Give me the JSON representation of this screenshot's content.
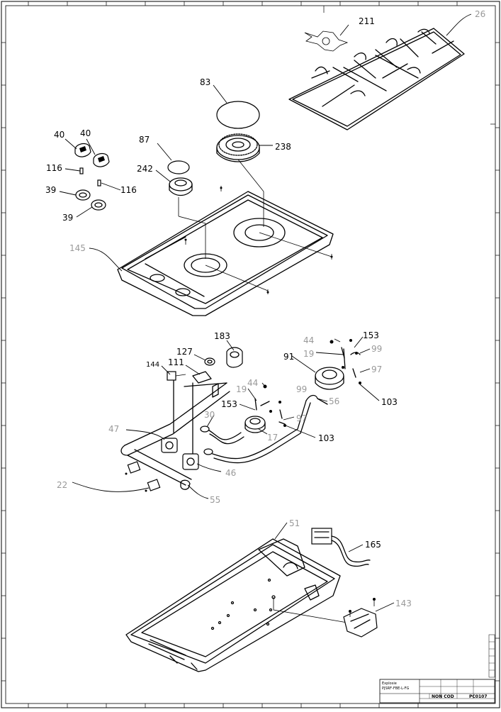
{
  "labels": {
    "p211": "211",
    "p26": "26",
    "p83": "83",
    "p238": "238",
    "p87": "87",
    "p242": "242",
    "p40a": "40",
    "p40b": "40",
    "p116a": "116",
    "p116b": "116",
    "p39a": "39",
    "p39b": "39",
    "p145": "145",
    "p183": "183",
    "p127": "127",
    "p144": "144",
    "p111": "111",
    "p44a": "44",
    "p153a": "153",
    "p19a": "19",
    "p99a": "99",
    "p91": "91",
    "p97a": "97",
    "p103a": "103",
    "p44b": "44",
    "p19b": "19",
    "p99b": "99",
    "p153b": "153",
    "p30": "30",
    "p56": "56",
    "p97b": "97",
    "p17": "17",
    "p103b": "103",
    "p47": "47",
    "p46": "46",
    "p22": "22",
    "p55": "55",
    "p51": "51",
    "p165": "165",
    "p143": "143"
  },
  "title_block": {
    "model_label": "Explosie",
    "model_code": "PJSRF-FBE-L-FG",
    "stamp": "NON COD",
    "drawing_number": "PC0107"
  },
  "colors": {
    "line": "#000000",
    "grey_label": "#999999",
    "paper": "#ffffff"
  }
}
